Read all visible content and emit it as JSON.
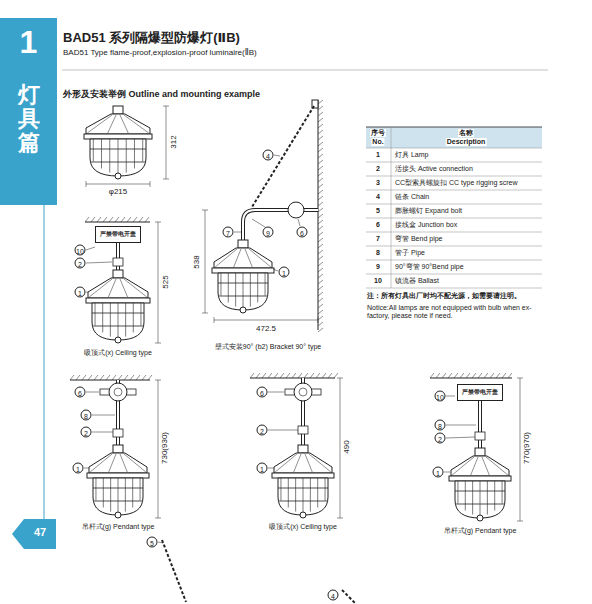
{
  "diagram": {
    "title": "BAD51 系列隔爆型防爆灯(ⅡB)",
    "nodes": [
      {
        "text": [
          "1",
          "灯具篇"
        ]
      },
      {
        "text": [
          "47"
        ]
      },
      {
        "text": [
          "严禁带电开盖"
        ]
      },
      {
        "text": [
          "严禁带电开盖"
        ]
      }
    ],
    "labels": [
      "BAD51 Type flame-proof,explosion-proof luminaire(ⅡB)",
      "外形及安装举例 Outline and mounting example",
      "312",
      "φ215",
      "10",
      "2",
      "1",
      "525",
      "吸顶式(x) Ceiling type",
      "4",
      "7",
      "9",
      "6",
      "1",
      "538",
      "472.5",
      "壁式安装90° (b2) Bracket 90° type",
      "序号",
      "No.",
      "名称",
      "Description",
      "1",
      "灯具 Lamp",
      "2",
      "活接头 Active connection",
      "3",
      "CC型索具螺旋扣 CC type rigging screw",
      "4",
      "链条 Chain",
      "5",
      "膨胀螺钉 Expand bolt",
      "6",
      "接线盒 Junction box",
      "7",
      "弯管 Bend pipe",
      "8",
      "管子 Pipe",
      "9",
      "90°弯管 90°Bend pipe",
      "10",
      "镇流器 Ballast",
      "注：所有灯具出厂时均不配光源，如需要请注明。",
      "Notice:All lamps are not equipped with bulb when ex-factory, please note if need.",
      "6",
      "8",
      "2",
      "1",
      "730(930)",
      "吊杆式(g) Pendant type",
      "6",
      "2",
      "1",
      "490",
      "吸顶式(x) Ceiling type",
      "10",
      "8",
      "2",
      "1",
      "770(970)",
      "吊杆式(g) Pendant type",
      "5",
      "4"
    ]
  }
}
